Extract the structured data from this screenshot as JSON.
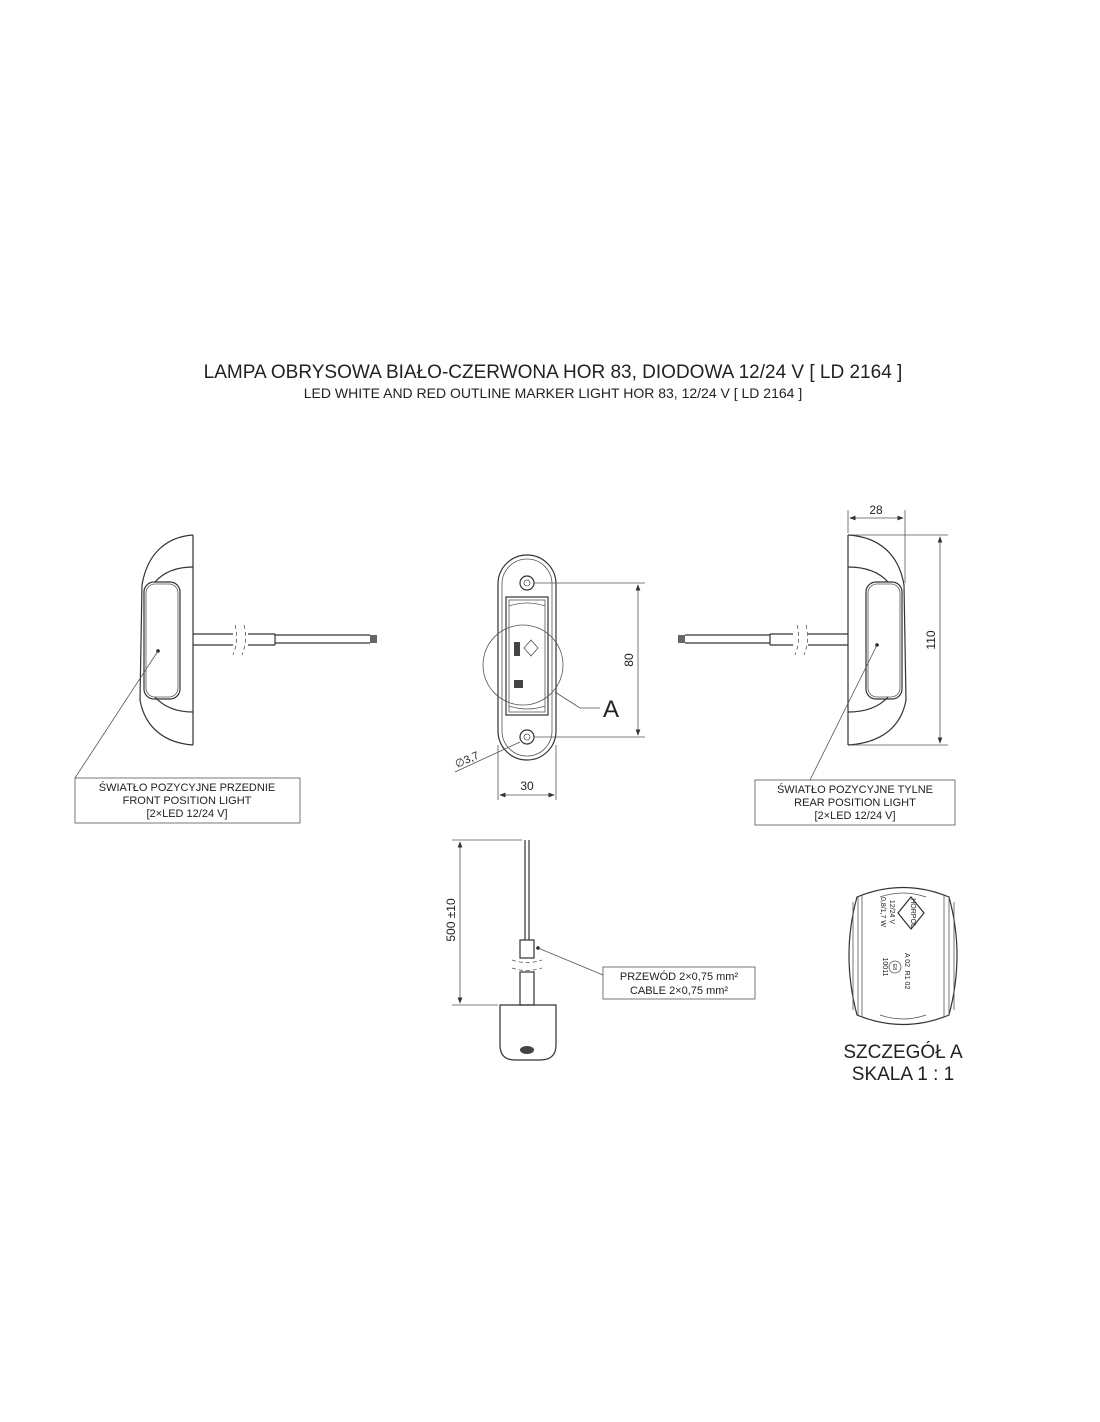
{
  "title": {
    "pl": "LAMPA OBRYSOWA BIAŁO-CZERWONA HOR 83, DIODOWA 12/24 V [ LD 2164 ]",
    "en": "LED WHITE AND RED OUTLINE MARKER LIGHT HOR 83, 12/24 V [ LD 2164 ]"
  },
  "front_label": {
    "pl": "ŚWIATŁO POZYCYJNE PRZEDNIE",
    "en": "FRONT POSITION LIGHT",
    "spec": "[2×LED 12/24 V]"
  },
  "rear_label": {
    "pl": "ŚWIATŁO POZYCYJNE TYLNE",
    "en": "REAR POSITION LIGHT",
    "spec": "[2×LED 12/24 V]"
  },
  "cable_label": {
    "pl": "PRZEWÓD 2×0,75 mm²",
    "en": "CABLE 2×0,75 mm²"
  },
  "dimensions": {
    "depth": "28",
    "height": "110",
    "hole_spacing": "80",
    "width": "30",
    "hole_diameter": "∅3,7",
    "cable_length": "500 ±10"
  },
  "detail_marker": "A",
  "detail": {
    "brand": "HORPOL",
    "voltage": "12/24 V",
    "power": "0,8/1,7 W",
    "approval_a": "A 02",
    "approval_r": "R1 02",
    "approval_mark": "E8",
    "approval_no": "10011",
    "caption_1": "SZCZEGÓŁ A",
    "caption_2": "SKALA 1 : 1"
  }
}
